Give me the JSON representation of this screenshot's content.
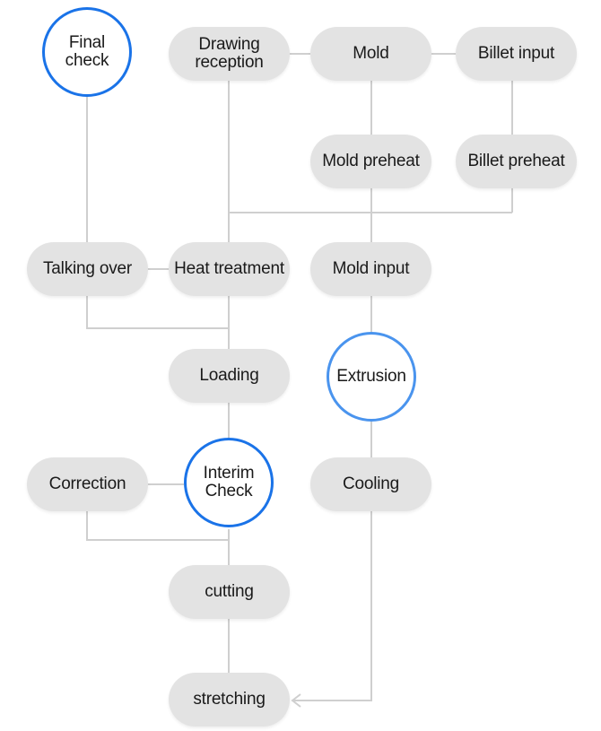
{
  "nodes": {
    "final_check": "Final\ncheck",
    "drawing_reception": "Drawing\nreception",
    "mold": "Mold",
    "billet_input": "Billet input",
    "mold_preheat": "Mold preheat",
    "billet_preheat": "Billet preheat",
    "talking_over": "Talking over",
    "heat_treatment": "Heat treatment",
    "mold_input": "Mold input",
    "loading": "Loading",
    "extrusion": "Extrusion",
    "correction": "Correction",
    "interim_check": "Interim\nCheck",
    "cooling": "Cooling",
    "cutting": "cutting",
    "stretching": "stretching"
  },
  "colors": {
    "pill_fill": "#e3e3e3",
    "connector": "#cfcfcf",
    "check_border": "#1a73e8",
    "extrusion_border": "#4a94ee",
    "text": "#1a1a1a"
  }
}
